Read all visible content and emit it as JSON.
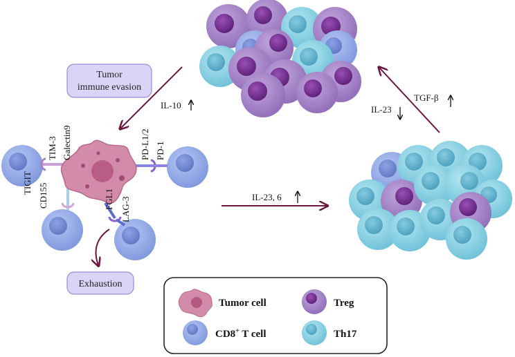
{
  "boxes": {
    "evasion_line1": "Tumor",
    "evasion_line2": "immune evasion",
    "exhaustion": "Exhaustion"
  },
  "receptors": {
    "tim3": "TIM-3",
    "galectin9": "Galectin9",
    "pdl1": "PD-L1/2",
    "pd1": "PD-1",
    "tigit": "TIGIT",
    "cd155": "CD155",
    "fgl1": "FGL1",
    "lag3": "LAG-3"
  },
  "arrows": {
    "il10": "IL-10",
    "il23_6": "IL-23, 6",
    "il23": "IL-23",
    "tgfb": "TGF-β"
  },
  "legend": {
    "tumor": "Tumor cell",
    "treg": "Treg",
    "cd8_main": "CD8",
    "cd8_sup": "+",
    "cd8_rest": " T cell",
    "th17": "Th17"
  },
  "colors": {
    "arrow": "#6b1442",
    "cd8": "#8fa6e4",
    "cd8_nucleus": "#6f86d2",
    "treg": "#a685c6",
    "treg_nucleus": "#6f2e8e",
    "th17": "#86d3e3",
    "th17_nucleus": "#5cb3cc",
    "tumor": "#cf8aa6",
    "box_fill": "#dcd4f6",
    "box_stroke": "#9a8ad8"
  }
}
